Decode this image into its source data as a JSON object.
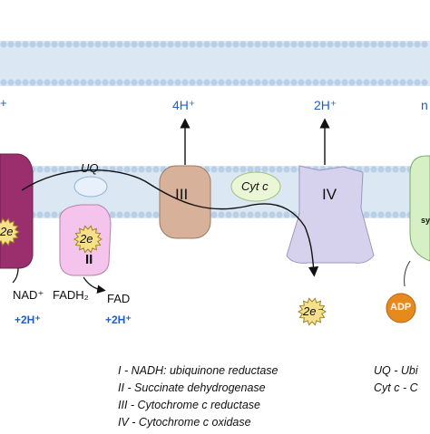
{
  "membrane": {
    "proton_left": "+",
    "proton_complex3": "4H⁺",
    "proton_complex4": "2H⁺",
    "proton_right": "n"
  },
  "complexes": {
    "ubiquinone": "UQ",
    "complex2": "II",
    "complex3": "III",
    "cyt_c": "Cyt c",
    "complex4": "IV",
    "atp_synthase": "sy"
  },
  "electrons": {
    "label_left": "2e",
    "label_complex2": "2e",
    "label_bottom": "2e⁻"
  },
  "substrates": {
    "nad": "NAD⁺",
    "fadh2": "FADH₂",
    "fad": "FAD",
    "protons_nad": "+2H⁺",
    "protons_fad": "+2H⁺",
    "adp": "ADP"
  },
  "legend": {
    "items": [
      "I - NADH: ubiquinone reductase",
      "II - Succinate dehydrogenase",
      "III - Cytochrome c reductase",
      "IV - Cytochrome c oxidase"
    ],
    "right_items": [
      "UQ - Ubi",
      "Cyt c - C"
    ]
  },
  "colors": {
    "membrane": "#b9cfe6",
    "membrane_band": "#dbe8f4",
    "complex1": "#9b2f6e",
    "complex2": "#f4c4ec",
    "complex3": "#d7b19a",
    "cyt_c": "#eaf6d6",
    "complex4": "#d6d2ee",
    "atp_synthase": "#d6efc4",
    "adp": "#e78a1e",
    "electron_burst": "#f6e08a",
    "proton_text": "#1f5fc4"
  }
}
